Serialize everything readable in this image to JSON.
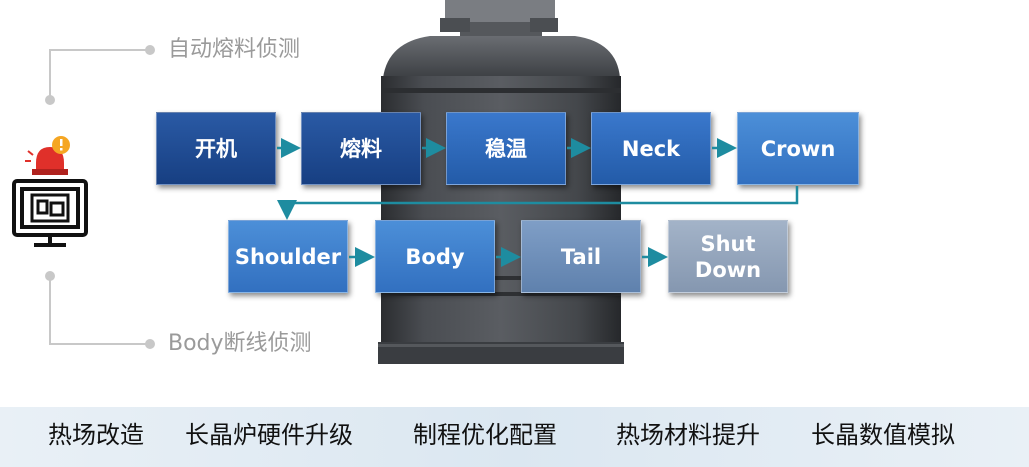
{
  "steps_row1": [
    "开机",
    "熔料",
    "稳温",
    "Neck",
    "Crown"
  ],
  "steps_row2": [
    "Shoulder",
    "Body",
    "Tail",
    "Shut\nDown"
  ],
  "side_labels": {
    "top": "自动熔料侦测",
    "bottom": "Body断线侦测"
  },
  "bottom_items": [
    "热场改造",
    "长晶炉硬件升级",
    "制程优化配置",
    "热场材料提升",
    "长晶数值模拟"
  ],
  "colors": {
    "arrow": "#1e8ca0",
    "connector": "#c8c8c8",
    "label": "#9a9a9a"
  },
  "icons": [
    "alarm-light-icon",
    "monitor-icon"
  ]
}
